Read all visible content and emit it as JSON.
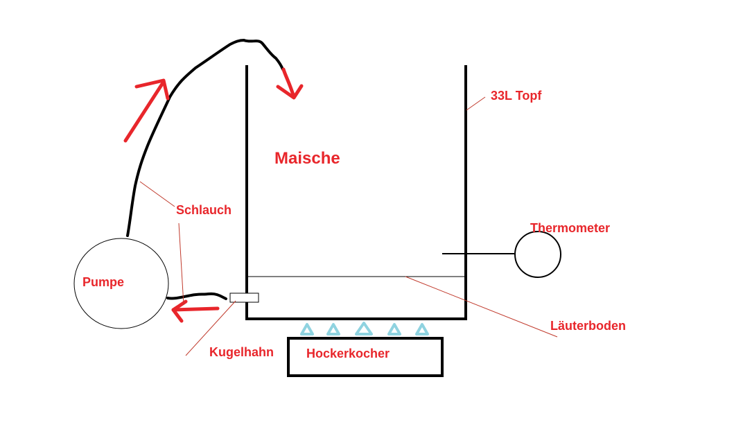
{
  "labels": {
    "maische": "Maische",
    "topf": "33L Topf",
    "schlauch": "Schlauch",
    "pumpe": "Pumpe",
    "thermometer": "Thermometer",
    "laeuterboden": "Läuterboden",
    "kugelhahn": "Kugelhahn",
    "hockerkocher": "Hockerkocher"
  },
  "colors": {
    "label_text": "#e8262b",
    "arrow": "#e8262b",
    "leader_line": "#c0392b",
    "outline": "#000000",
    "flame": "#8fd3e0",
    "background": "#ffffff"
  }
}
